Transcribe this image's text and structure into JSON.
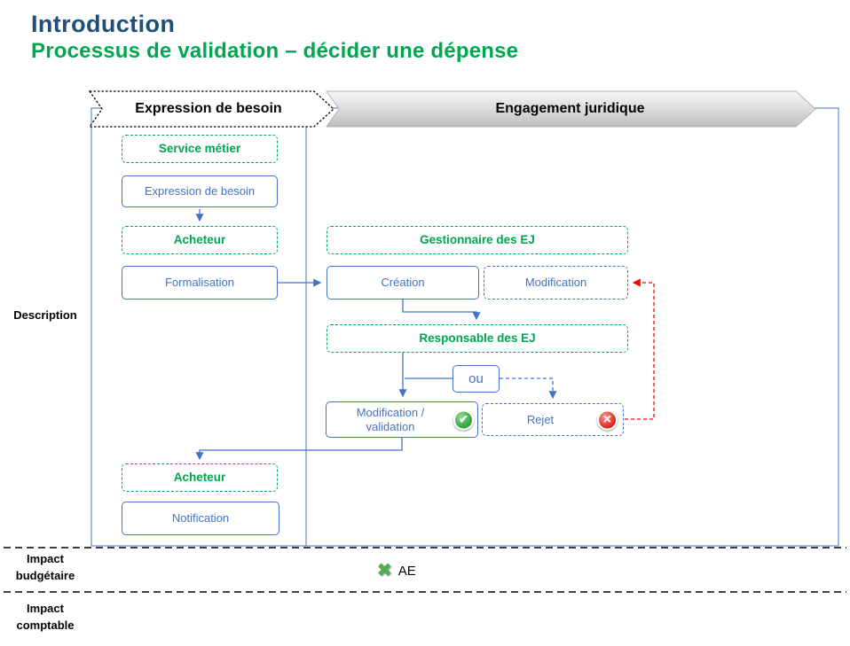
{
  "header": {
    "title": "Introduction",
    "subtitle": "Processus de validation – décider une dépense"
  },
  "banners": {
    "expression": "Expression de besoin",
    "engagement": "Engagement juridique"
  },
  "rows": {
    "description": "Description",
    "impact_budgetaire": "Impact\nbudgétaire",
    "impact_comptable": "Impact\ncomptable"
  },
  "boxes": {
    "service_metier": "Service métier",
    "expression_besoin": "Expression de besoin",
    "acheteur_top": "Acheteur",
    "formalisation": "Formalisation",
    "gestionnaire_ej": "Gestionnaire des EJ",
    "creation": "Création",
    "modification": "Modification",
    "responsable_ej": "Responsable des EJ",
    "ou": "ou",
    "modification_validation": "Modification / validation",
    "rejet": "Rejet",
    "acheteur_bottom": "Acheteur",
    "notification": "Notification"
  },
  "impact": {
    "ae": "AE"
  },
  "icons": {
    "check_glyph": "✔",
    "cross_glyph": "✕",
    "ae_glyph": "✖"
  },
  "colors": {
    "title_blue": "#1F4E79",
    "green": "#00A650",
    "blue": "#4472C4",
    "red": "#FF0000",
    "banner_gray": "#d9d9d9"
  }
}
